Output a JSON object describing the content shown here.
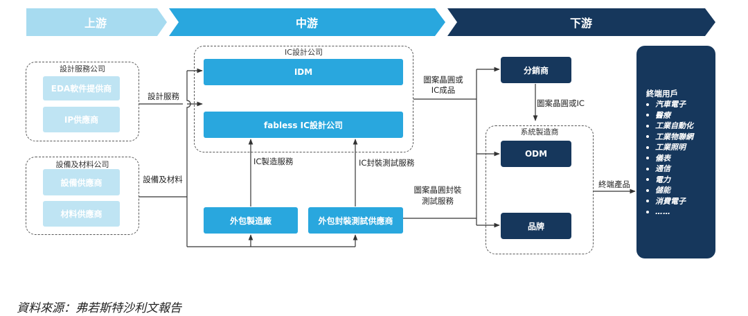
{
  "stages": {
    "upstream": "上游",
    "midstream": "中游",
    "downstream": "下游"
  },
  "upstream": {
    "design_group": {
      "title": "設計服務公司",
      "items": [
        "EDA軟件提供商",
        "IP供應商"
      ]
    },
    "equipment_group": {
      "title": "設備及材料公司",
      "items": [
        "設備供應商",
        "材料供應商"
      ]
    }
  },
  "midstream": {
    "ic_group": {
      "title": "IC設計公司",
      "idm": "IDM",
      "fabless": "fabless IC設計公司"
    },
    "foundry": "外包製造廠",
    "osat": "外包封裝測試供應商"
  },
  "downstream": {
    "distributor": "分銷商",
    "system_group": {
      "title": "系統製造商",
      "odm": "ODM",
      "brand": "品牌"
    },
    "end_users": {
      "title": "終端用戶",
      "items": [
        "汽車電子",
        "醫療",
        "工業自動化",
        "工業物聯網",
        "工業照明",
        "儀表",
        "通信",
        "電力",
        "儲能",
        "消費電子",
        "……"
      ]
    }
  },
  "edge_labels": {
    "design_services": "設計服務",
    "equipment_materials": "設備及材料",
    "ic_manufacturing": "IC製造服務",
    "ic_packaging_testing": "IC封裝測試服務",
    "wafer_or_ic_line1": "圖案晶圓或",
    "wafer_or_ic_line2": "IC成品",
    "wafer_pkg_line1": "圖案晶圓封裝",
    "wafer_pkg_line2": "測試服務",
    "wafer_or_ic_short": "圖案晶圓或IC",
    "end_products": "終端產品"
  },
  "source": "資料來源：弗若斯特沙利文報告",
  "colors": {
    "upstream": "#a7dbf0",
    "midstream": "#29a7de",
    "downstream": "#16375c",
    "light_box": "#bfe4f3",
    "connector": "#333333"
  }
}
